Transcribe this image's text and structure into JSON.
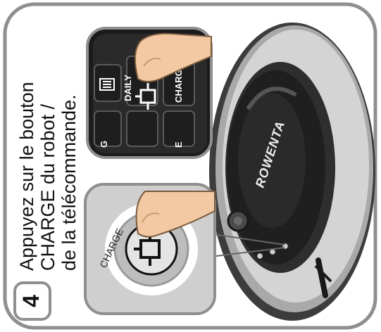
{
  "step": {
    "number": "4",
    "instruction_lines": [
      "Appuyez sur le bouton",
      "CHARGE du robot /",
      "de la télécommande."
    ]
  },
  "robot": {
    "brand": "ROWENTA"
  },
  "robot_button": {
    "label": "CHARGE"
  },
  "remote": {
    "labels": [
      "DAILY",
      "CHARG",
      "G",
      "E"
    ]
  }
}
